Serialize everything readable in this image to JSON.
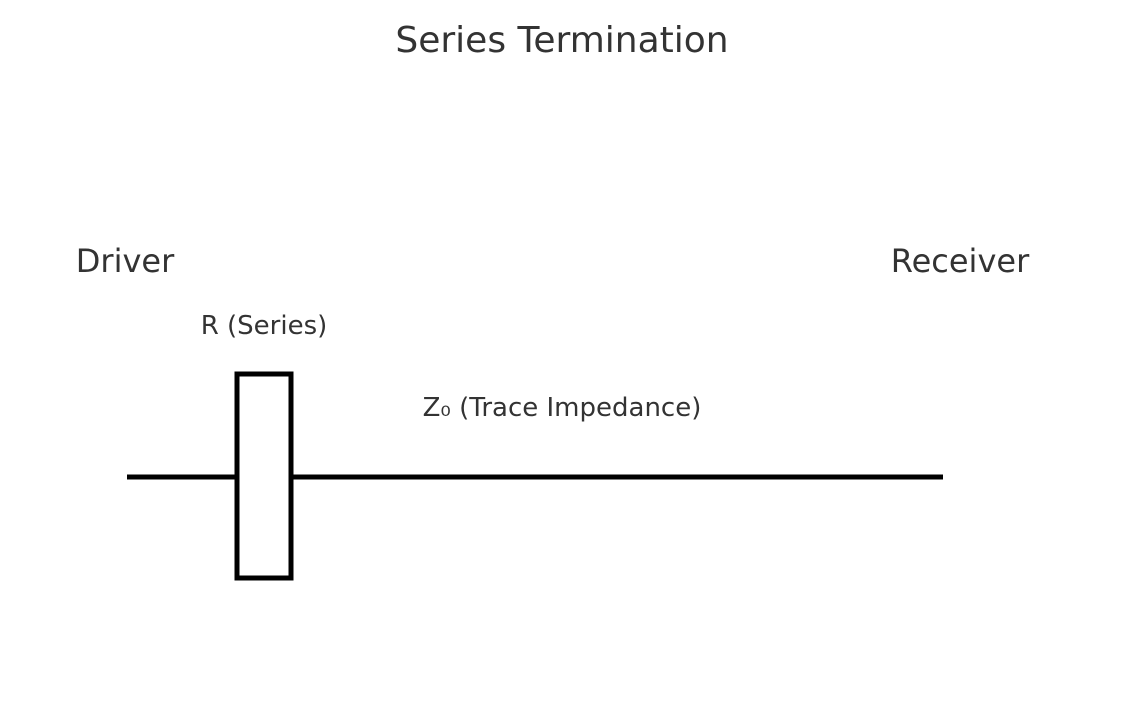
{
  "diagram": {
    "title": "Series Termination",
    "driver_label": "Driver",
    "receiver_label": "Receiver",
    "resistor_label": "R (Series)",
    "trace_label": "Z₀ (Trace Impedance)"
  }
}
